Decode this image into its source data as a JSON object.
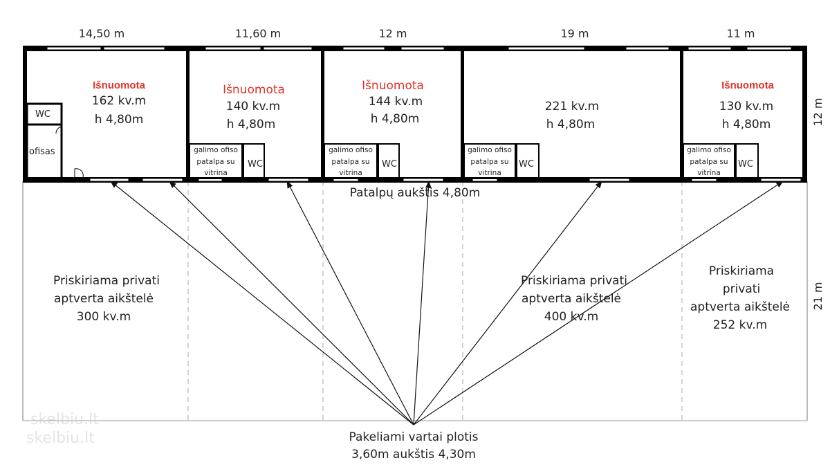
{
  "dimensions": {
    "w1": "14,50 m",
    "w2": "11,60 m",
    "w3": "12 m",
    "w4": "19 m",
    "w5": "11 m",
    "depth_building": "12 m",
    "depth_yard": "21 m"
  },
  "units": [
    {
      "status": "Išnuomota",
      "area": "162 kv.m",
      "height": "h 4,80m"
    },
    {
      "status": "Išnuomota",
      "area": "140 kv.m",
      "height": "h 4,80m"
    },
    {
      "status": "Išnuomota",
      "area": "144 kv.m",
      "height": "h 4,80m"
    },
    {
      "status": "",
      "area": "221 kv.m",
      "height": "h 4,80m"
    },
    {
      "status": "Išnuomota",
      "area": "130 kv.m",
      "height": "h 4,80m"
    }
  ],
  "rooms": {
    "wc": "WC",
    "office": "ofisas",
    "office_option_line1": "galimo ofiso",
    "office_option_line2": "patalpa su",
    "office_option_line3": "vitrina"
  },
  "ceiling_note": "Patalpų aukštis 4,80m",
  "yards": [
    {
      "line1": "Priskiriama privati",
      "line2": "aptverta aikštelė",
      "line3": "300 kv.m"
    },
    {
      "line1": "Priskiriama privati",
      "line2": "aptverta aikštelė",
      "line3": "400 kv.m"
    },
    {
      "line1": "Priskiriama",
      "line2": "privati",
      "line3": "aptverta aikštelė",
      "line4": "252 kv.m"
    }
  ],
  "gate": {
    "line1": "Pakeliami vartai plotis",
    "line2": "3,60m aukštis 4,30m"
  },
  "watermark": "skelbiu.lt",
  "colors": {
    "wall": "#000000",
    "status_red": "#d9352b",
    "dash": "#aaaaaa"
  }
}
